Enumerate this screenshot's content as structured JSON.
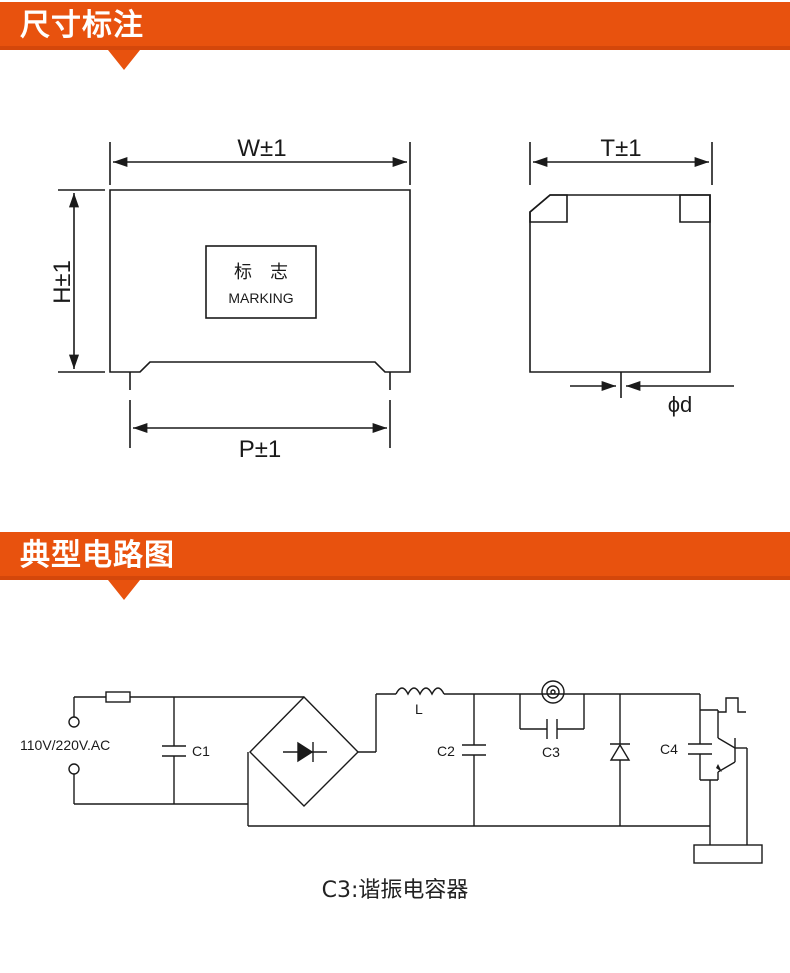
{
  "sections": {
    "dimensions_title": "尺寸标注",
    "circuit_title": "典型电路图"
  },
  "colors": {
    "banner": "#e8520e",
    "banner_dark": "#c9400a",
    "line": "#1a1a1a"
  },
  "dimension_drawing": {
    "width_label": "W±1",
    "height_label": "H±1",
    "pitch_label": "P±1",
    "thickness_label": "T±1",
    "diameter_label": "ϕd",
    "marking_cn": "标　志",
    "marking_en": "MARKING"
  },
  "circuit": {
    "voltage_label": "110V/220V.AC",
    "c1_label": "C1",
    "c2_label": "C2",
    "c3_label": "C3",
    "c4_label": "C4",
    "inductor_label": "L",
    "caption": "C3:谐振电容器"
  }
}
